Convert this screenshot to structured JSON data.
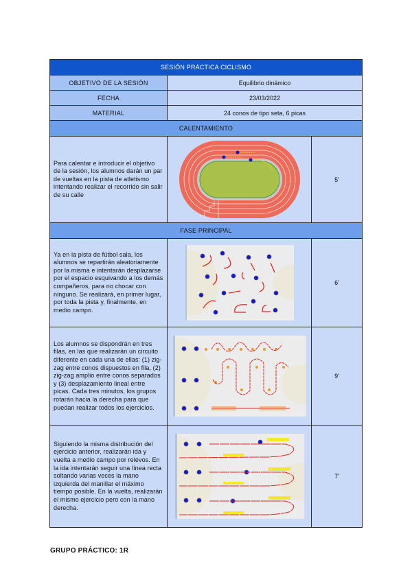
{
  "header": {
    "title": "SESIÓN PRÁCTICA CICLISMO",
    "rows": [
      {
        "label": "OBJETIVO DE LA SESIÓN",
        "value": "Equilibrio dinámico"
      },
      {
        "label": "FECHA",
        "value": "23/03/2022"
      },
      {
        "label": "MATERIAL",
        "value": "24 conos de tipo seta, 6 picas"
      }
    ]
  },
  "sections": {
    "warmup": {
      "title": "CALENTAMIENTO",
      "activities": [
        {
          "description": "Para calentar e introducir el objetivo de la sesión, los alumnos darán un par de vueltas en la pista de atletismo intentando realizar el recorrido sin salir de su calle",
          "diagram": "athletics-track-diagram",
          "duration": "5'"
        }
      ]
    },
    "main": {
      "title": "FASE PRINCIPAL",
      "activities": [
        {
          "description": "Ya en la pista de fútbol sala, los alumnos se repartirán aleatoriamente por la misma e intentarán desplazarse por el espacio esquivando a los demás compañeros, para no chocar con ninguno. Se realizará, en primer lugar, por toda la pista y, finalmente, en medio campo.",
          "diagram": "random-dodging-diagram",
          "duration": "6'"
        },
        {
          "description": "Los alumnos se dispondrán en tres filas, en las que realizarán un circuito diferente en cada una de ellas: (1) zig-zag entre conos dispuestos en fila, (2) zig-zag amplio entre conos separados y (3) desplazamiento lineal entre picas. Cada tres minutos, los grupos rotarán hacia la derecha para que puedan realizar todos los ejercicios.",
          "diagram": "three-circuits-diagram",
          "duration": "9'"
        },
        {
          "description": "Siguiendo la misma distribución del ejercicio anterior, realizarán ida y vuelta a medio campo por relevos. En la ida intentarán seguir una línea recta soltando varias veces la mano izquierda del manillar el máximo tiempo posible. En la vuelta, realizarán el mismo ejercicio pero con la mano derecha.",
          "diagram": "relay-one-hand-diagram",
          "duration": "7'"
        }
      ]
    }
  },
  "footer": {
    "group": "GRUPO PRÁCTICO: 1R"
  },
  "colors": {
    "title_bg": "#1155cc",
    "section_bg": "#6d9eeb",
    "label_bg": "#a4c2f4",
    "value_bg": "#c9daf8",
    "track_red": "#ee6b5b",
    "field_green": "#a9c14a",
    "arrow_red": "#e8231f",
    "player_blue": "#1515e0",
    "cone_orange": "#e89a2c"
  }
}
